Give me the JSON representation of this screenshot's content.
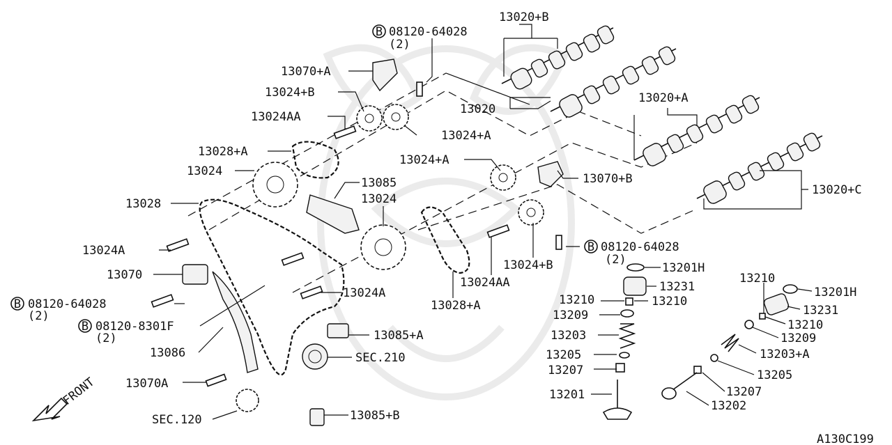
{
  "labels": {
    "cam_13020_b": "13020+B",
    "bolt_top_code": "08120-64028",
    "bolt_top_qty": "(2)",
    "tensioner_13070_a": "13070+A",
    "sprocket_13024_b_top": "13024+B",
    "bolt_13024aa_top": "13024AA",
    "cam_13020": "13020",
    "cam_13020_a": "13020+A",
    "sprocket_13024_a_top": "13024+A",
    "chain_13028_a_top": "13028+A",
    "sprocket_13024_left": "13024",
    "sprocket_13024_a_mid": "13024+A",
    "tensioner_13070_b": "13070+B",
    "guide_13085": "13085",
    "sprocket_13024_mid": "13024",
    "cam_13020_c": "13020+C",
    "chain_13028": "13028",
    "bolt_right_code": "08120-64028",
    "bolt_right_qty": "(2)",
    "bolt_13024a_left": "13024A",
    "sprocket_13024_b_mid": "13024+B",
    "shim_13201h": "13201H",
    "tensioner_13070": "13070",
    "bolt_13024aa_mid": "13024AA",
    "lifter_13231": "13231",
    "bolt_left_code": "08120-64028",
    "bolt_left_qty": "(2)",
    "bolt_13024a_mid": "13024A",
    "chain_13028_a_mid": "13028+A",
    "retainer_13210_left": "13210",
    "collet_13210_right": "13210",
    "retainer_13209": "13209",
    "bolt_8301_code": "08120-8301F",
    "bolt_8301_qty": "(2)",
    "spring_13203": "13203",
    "guide_13085_a": "13085+A",
    "tension_13086": "13086",
    "sec_210": "SEC.210",
    "seat_13205": "13205",
    "seal_13207": "13207",
    "tensioner_13070a": "13070A",
    "valve_13201": "13201",
    "sec_120": "SEC.120",
    "guide_13085_b": "13085+B",
    "r_13210_top": "13210",
    "r_13201h": "13201H",
    "r_13231": "13231",
    "r_13210_b": "13210",
    "r_13209": "13209",
    "r_13203_a": "13203+A",
    "r_13205": "13205",
    "r_13207": "13207",
    "r_13202": "13202",
    "front": "FRONT",
    "figure_code": "A130C199",
    "bolt_marker": "B"
  }
}
